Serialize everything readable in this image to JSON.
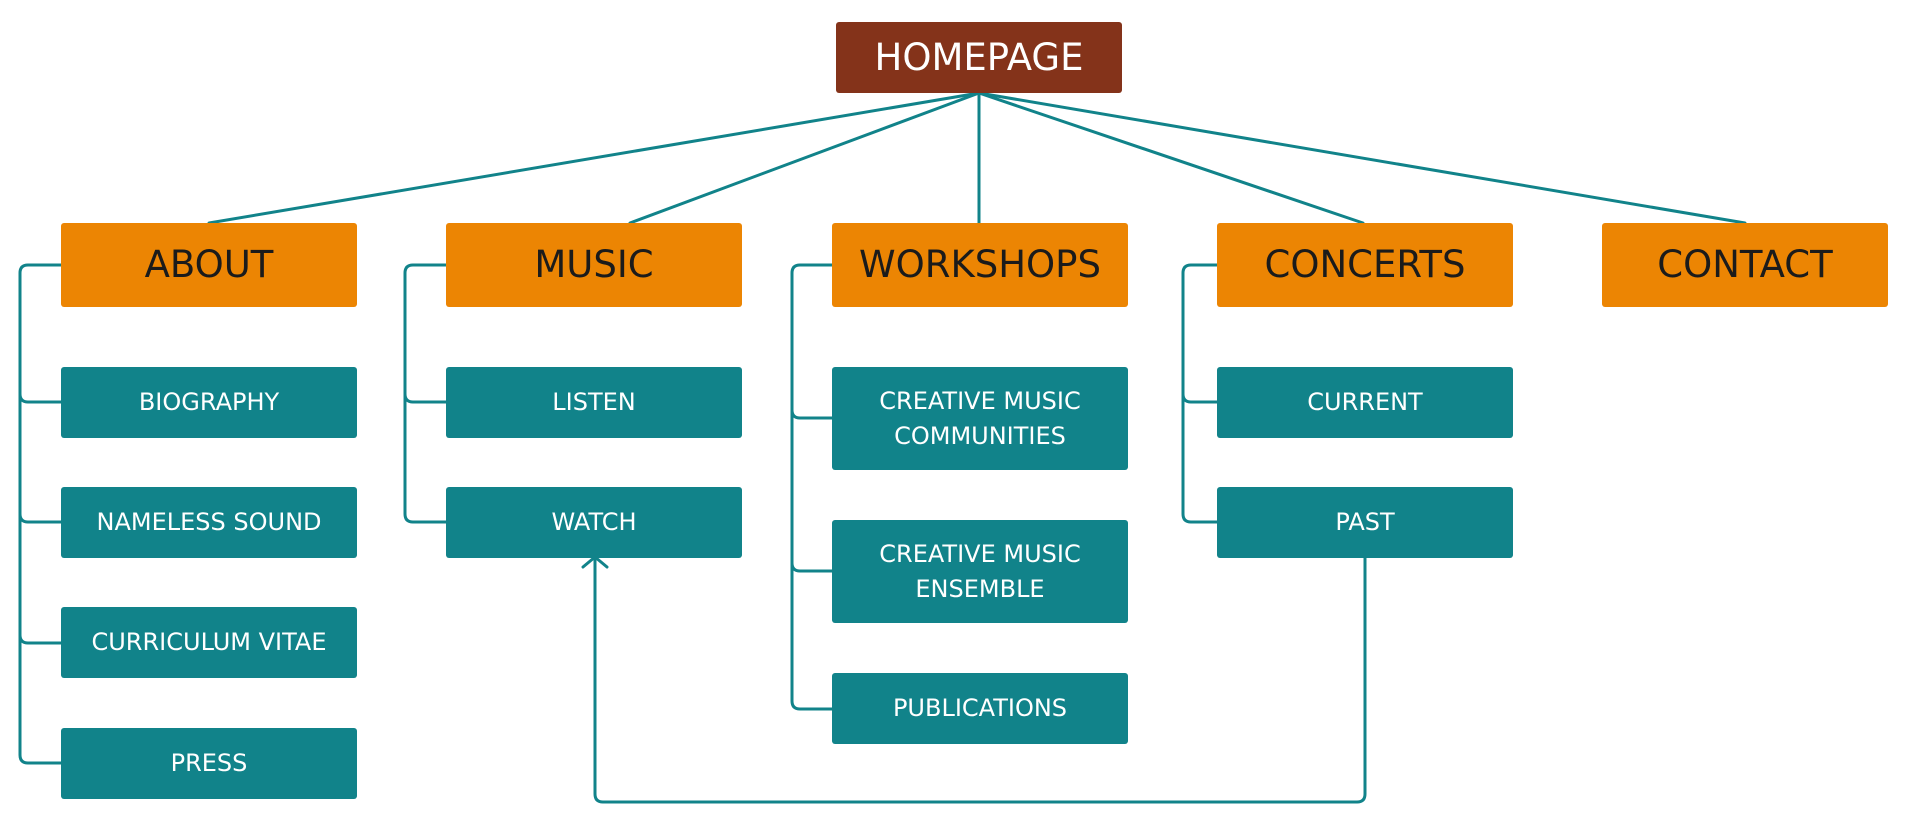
{
  "colors": {
    "root": "#84331A",
    "category": "#EC8503",
    "page": "#11838A",
    "connector": "#11838A"
  },
  "root": {
    "label": "HOMEPAGE"
  },
  "categories": [
    {
      "label": "ABOUT",
      "children": [
        "BIOGRAPHY",
        "NAMELESS SOUND",
        "CURRICULUM VITAE",
        "PRESS"
      ]
    },
    {
      "label": "MUSIC",
      "children": [
        "LISTEN",
        "WATCH"
      ]
    },
    {
      "label": "WORKSHOPS",
      "children": [
        "CREATIVE MUSIC COMMUNITIES",
        "CREATIVE MUSIC ENSEMBLE",
        "PUBLICATIONS"
      ]
    },
    {
      "label": "CONCERTS",
      "children": [
        "CURRENT",
        "PAST"
      ]
    },
    {
      "label": "CONTACT",
      "children": []
    }
  ],
  "cross_links": [
    {
      "from": "PAST",
      "to": "WATCH"
    }
  ]
}
